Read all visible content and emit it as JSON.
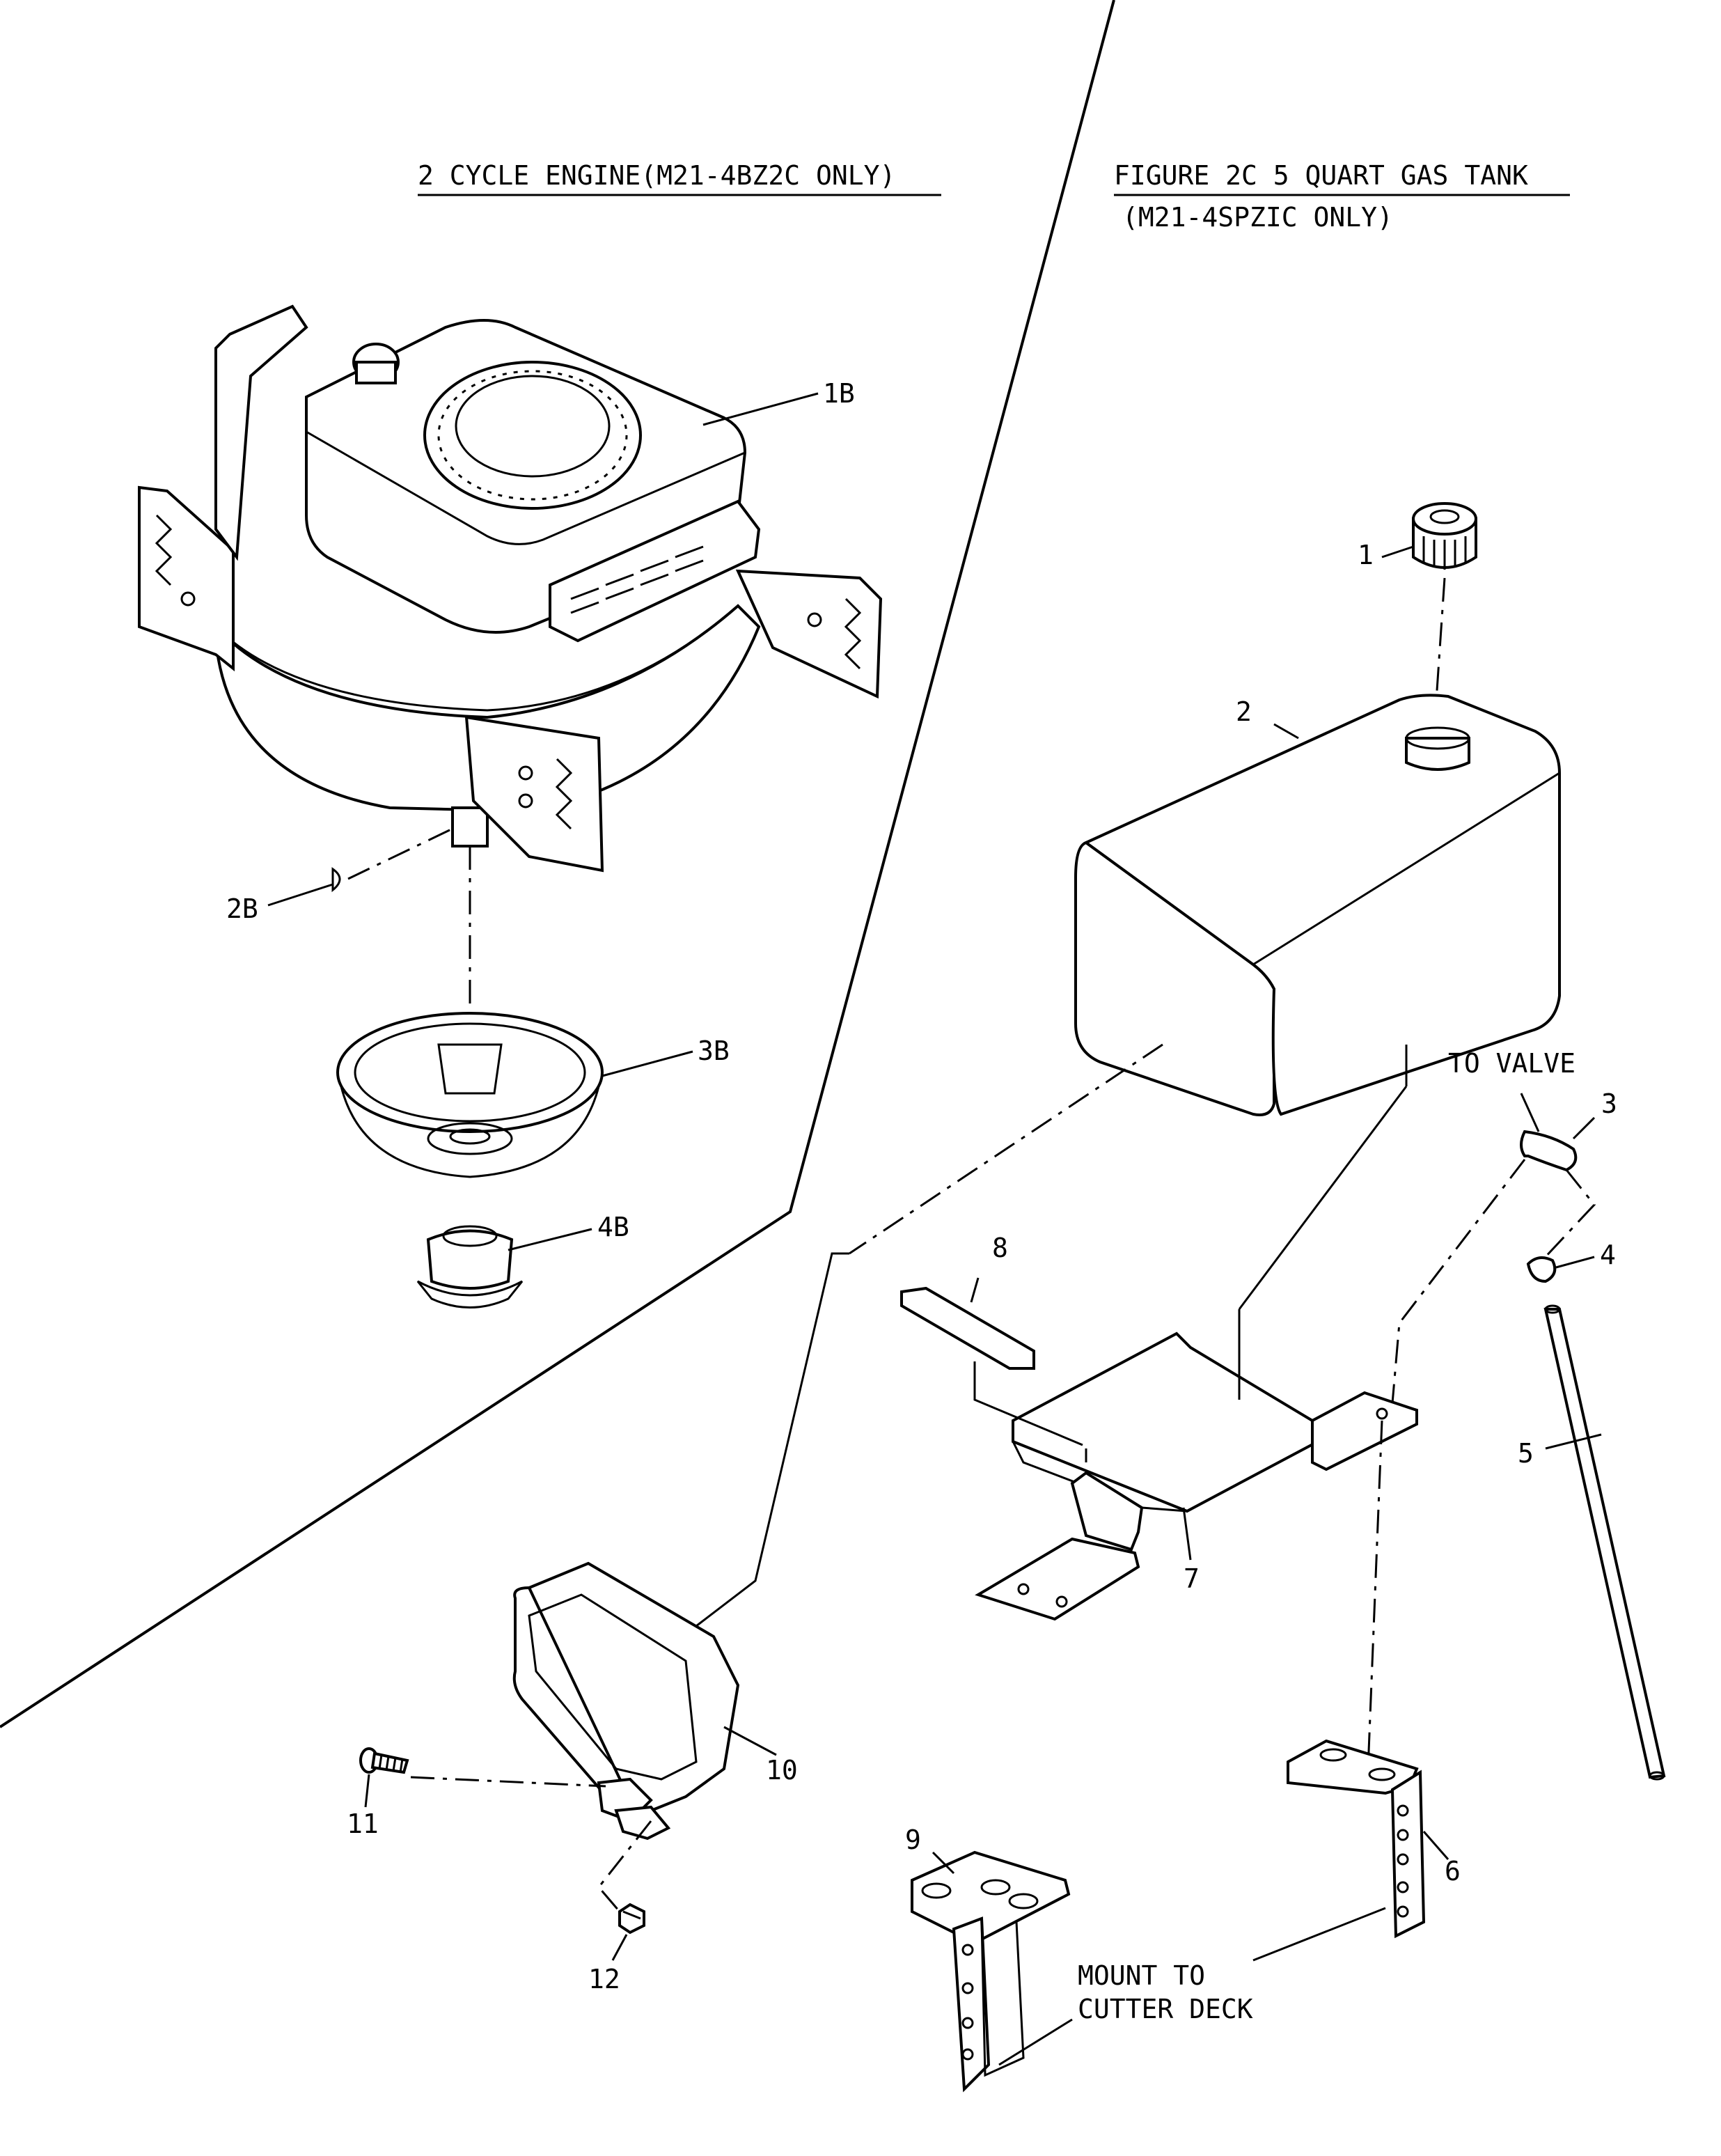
{
  "titles": {
    "engine": "2 CYCLE ENGINE(M21-4BZ2C ONLY)",
    "tank_line1": "FIGURE 2C 5 QUART GAS TANK",
    "tank_line2": "(M21-4SPZIC ONLY)"
  },
  "callouts": {
    "c1B": "1B",
    "c2B": "2B",
    "c3B": "3B",
    "c4B": "4B",
    "c1": "1",
    "c2": "2",
    "c3": "3",
    "c4": "4",
    "c5": "5",
    "c6": "6",
    "c7": "7",
    "c8": "8",
    "c9": "9",
    "c10": "10",
    "c11": "11",
    "c12": "12"
  },
  "notes": {
    "to_valve": "TO VALVE",
    "mount_line1": "MOUNT TO",
    "mount_line2": "CUTTER DECK"
  }
}
